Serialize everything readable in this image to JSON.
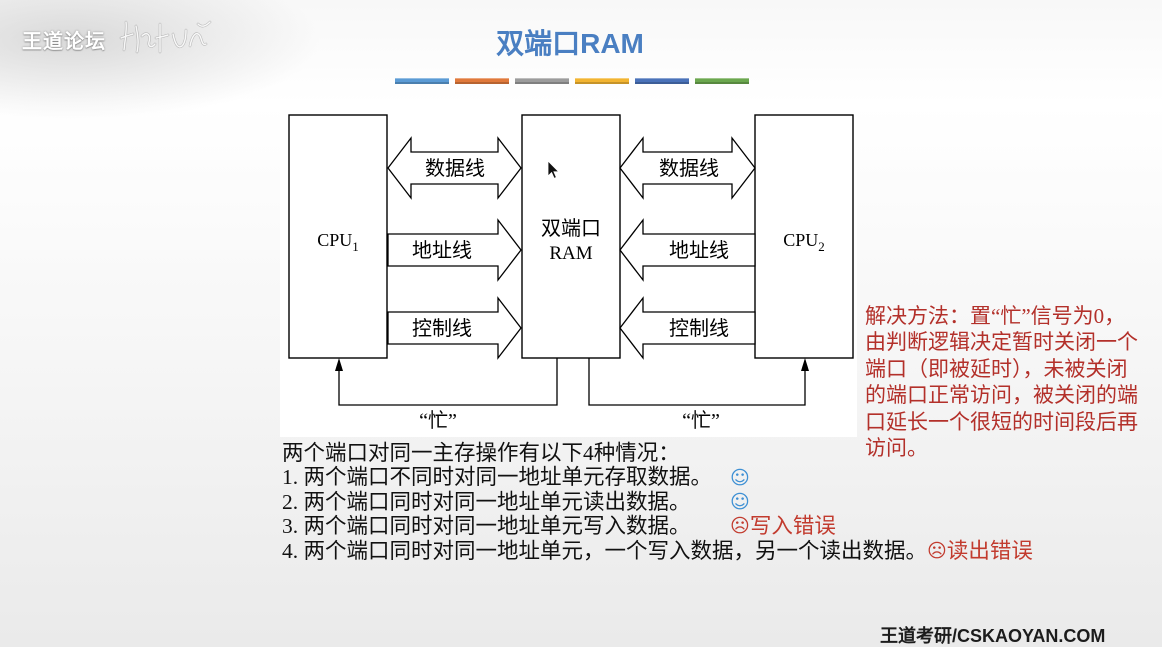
{
  "watermark": {
    "text": "王道论坛"
  },
  "slide": {
    "title": "双端口RAM",
    "accent_bars": [
      "#5b9bd5",
      "#e0793b",
      "#9c9c9c",
      "#f2b431",
      "#4a72b9",
      "#6ba74e"
    ]
  },
  "theme": {
    "title_color": "#4a7fc2",
    "smile_color": "#3e90d4",
    "error_color": "#c23b2e",
    "solution_color": "#b3302a"
  },
  "diagram": {
    "cpu1": {
      "label": "CPU",
      "subscript": "1"
    },
    "ram": {
      "line1": "双端口",
      "line2": "RAM"
    },
    "cpu2": {
      "label": "CPU",
      "subscript": "2"
    },
    "left_bus": {
      "data": "数据线",
      "address": "地址线",
      "control": "控制线"
    },
    "right_bus": {
      "data": "数据线",
      "address": "地址线",
      "control": "控制线"
    },
    "busy_left": "“忙”",
    "busy_right": "“忙”"
  },
  "cases": {
    "intro": "两个端口对同一主存操作有以下4种情况：",
    "items": [
      {
        "text": "1. 两个端口不同时对同一地址单元存取数据。",
        "icon": "smile-icon"
      },
      {
        "text": "2. 两个端口同时对同一地址单元读出数据。",
        "icon": "smile-icon"
      },
      {
        "text": "3. 两个端口同时对同一地址单元写入数据。",
        "icon": "frown-icon",
        "note": "写入错误"
      },
      {
        "text": "4. 两个端口同时对同一地址单元，一个写入数据，另一个读出数据。",
        "icon": "frown-icon",
        "note": "读出错误"
      }
    ]
  },
  "solution": {
    "lines": [
      "解决方法：置“忙”信号为0，",
      "由判断逻辑决定暂时关闭一个",
      "端口（即被延时），未被关闭",
      "的端口正常访问，被关闭的端",
      "口延长一个很短的时间段后再",
      "访问。"
    ]
  },
  "footer": {
    "brand": "王道考研/CSKAOYAN.COM"
  }
}
